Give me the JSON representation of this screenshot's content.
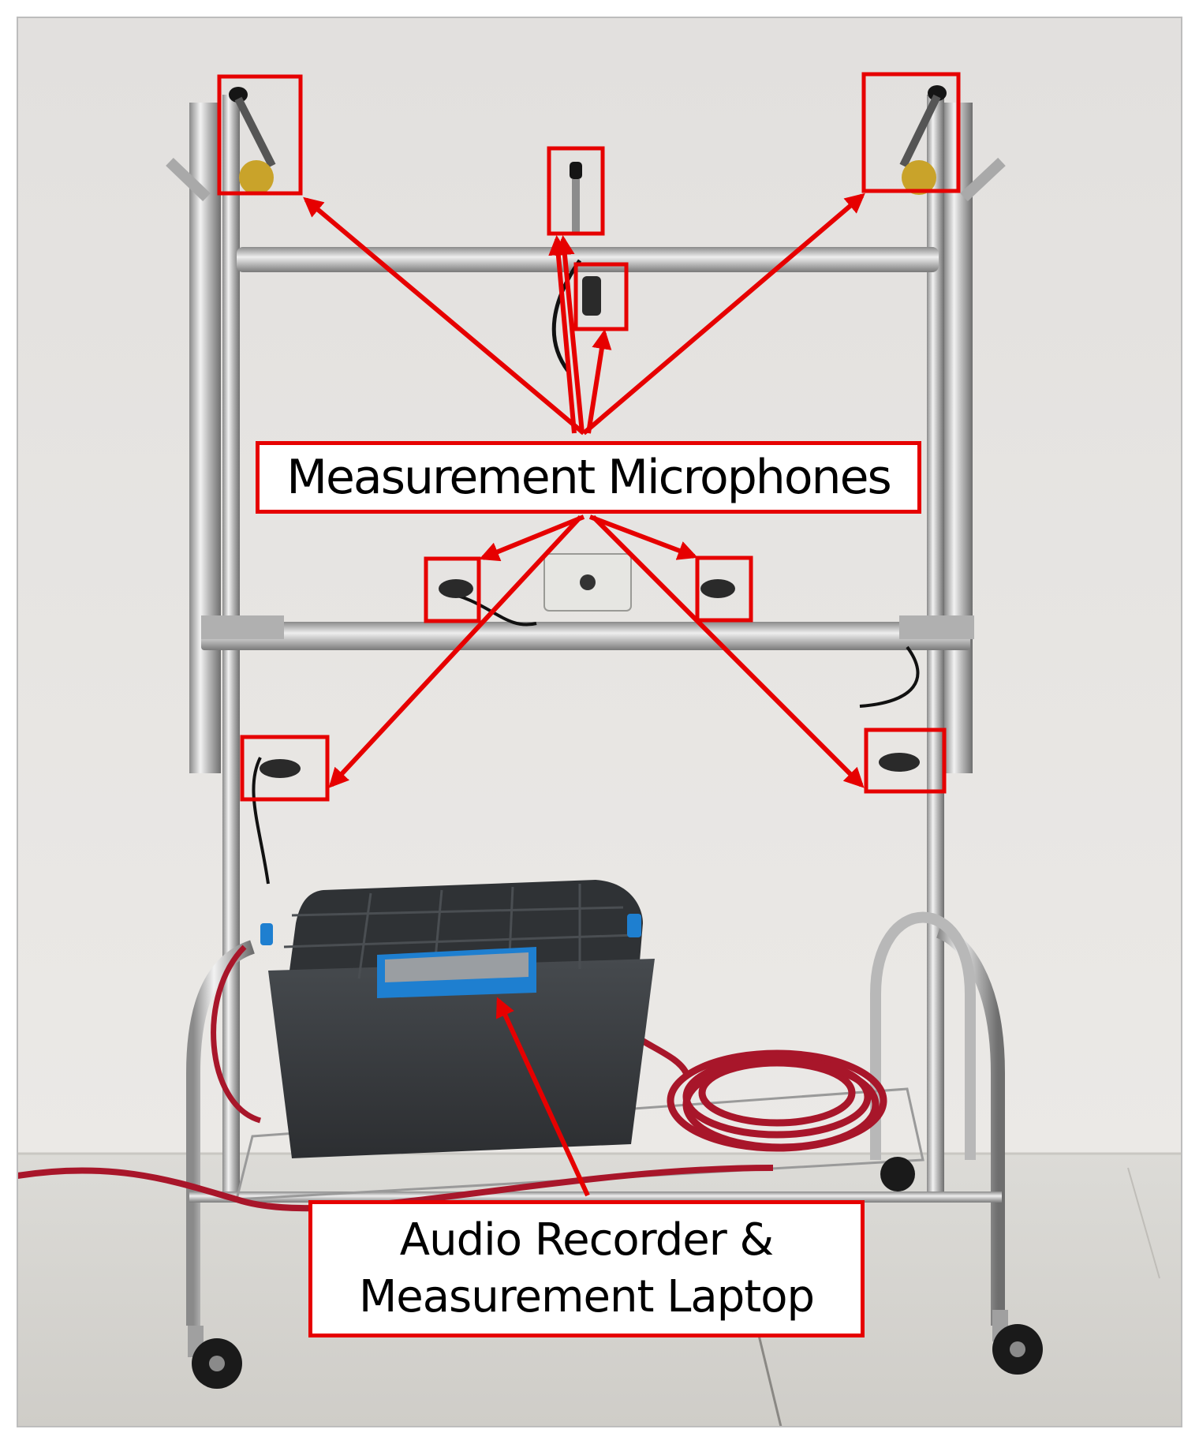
{
  "figure": {
    "description_labels": {
      "microphones": "Measurement Microphones",
      "recorder_line1": "Audio Recorder &",
      "recorder_line2": "Measurement Laptop"
    },
    "colors": {
      "annotation": "#e60000",
      "wall": "#e4e2e0",
      "floor": "#d9d8d4",
      "frame_metal": "#b8b8b8",
      "box_body": "#3a3d40",
      "box_handle": "#1e7fd0",
      "cable": "#a8162a"
    }
  }
}
